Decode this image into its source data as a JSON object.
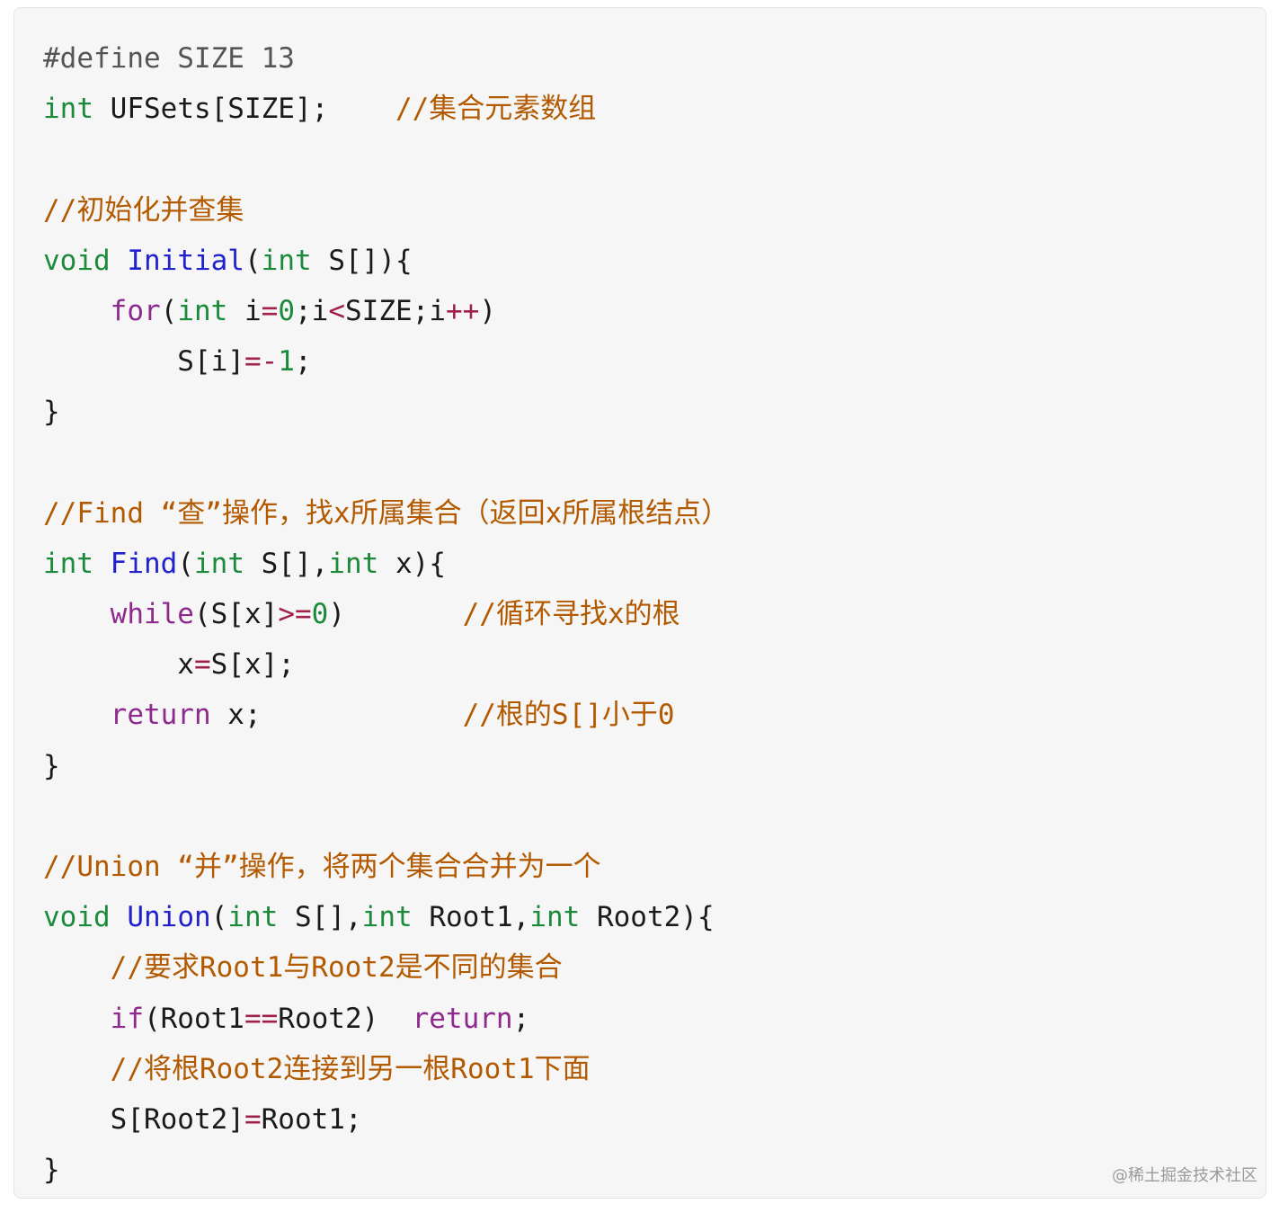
{
  "colors": {
    "panel_background": "#f6f6f6",
    "type_keyword": "#1b8b3b",
    "control_keyword": "#8e2a8e",
    "function_name": "#2222cc",
    "number": "#1b8b3b",
    "operator": "#a0224a",
    "comment": "#b35a00",
    "preprocessor": "#555555",
    "identifier": "#1a1a1a"
  },
  "code": {
    "lines": [
      [
        {
          "t": "#define SIZE 13",
          "c": "pre"
        }
      ],
      [
        {
          "t": "int",
          "c": "kw-type"
        },
        {
          "t": " UFSets[SIZE];    ",
          "c": "id"
        },
        {
          "t": "//集合元素数组",
          "c": "cm"
        }
      ],
      [],
      [
        {
          "t": "//初始化并查集",
          "c": "cm"
        }
      ],
      [
        {
          "t": "void",
          "c": "kw-type"
        },
        {
          "t": " ",
          "c": "id"
        },
        {
          "t": "Initial",
          "c": "fn"
        },
        {
          "t": "(",
          "c": "id"
        },
        {
          "t": "int",
          "c": "kw-type"
        },
        {
          "t": " S[]){",
          "c": "id"
        }
      ],
      [
        {
          "t": "    ",
          "c": "id"
        },
        {
          "t": "for",
          "c": "kw-ctrl"
        },
        {
          "t": "(",
          "c": "id"
        },
        {
          "t": "int",
          "c": "kw-type"
        },
        {
          "t": " i",
          "c": "id"
        },
        {
          "t": "=",
          "c": "op"
        },
        {
          "t": "0",
          "c": "num"
        },
        {
          "t": ";i",
          "c": "id"
        },
        {
          "t": "<",
          "c": "op"
        },
        {
          "t": "SIZE;i",
          "c": "id"
        },
        {
          "t": "++",
          "c": "op"
        },
        {
          "t": ")",
          "c": "id"
        }
      ],
      [
        {
          "t": "        S[i]",
          "c": "id"
        },
        {
          "t": "=-",
          "c": "op"
        },
        {
          "t": "1",
          "c": "num"
        },
        {
          "t": ";",
          "c": "id"
        }
      ],
      [
        {
          "t": "}",
          "c": "id"
        }
      ],
      [],
      [
        {
          "t": "//Find “查”操作，找x所属集合（返回x所属根结点）",
          "c": "cm"
        }
      ],
      [
        {
          "t": "int",
          "c": "kw-type"
        },
        {
          "t": " ",
          "c": "id"
        },
        {
          "t": "Find",
          "c": "fn"
        },
        {
          "t": "(",
          "c": "id"
        },
        {
          "t": "int",
          "c": "kw-type"
        },
        {
          "t": " S[],",
          "c": "id"
        },
        {
          "t": "int",
          "c": "kw-type"
        },
        {
          "t": " x){",
          "c": "id"
        }
      ],
      [
        {
          "t": "    ",
          "c": "id"
        },
        {
          "t": "while",
          "c": "kw-ctrl"
        },
        {
          "t": "(S[x]",
          "c": "id"
        },
        {
          "t": ">=",
          "c": "op"
        },
        {
          "t": "0",
          "c": "num"
        },
        {
          "t": ")       ",
          "c": "id"
        },
        {
          "t": "//循环寻找x的根",
          "c": "cm"
        }
      ],
      [
        {
          "t": "        x",
          "c": "id"
        },
        {
          "t": "=",
          "c": "op"
        },
        {
          "t": "S[x];",
          "c": "id"
        }
      ],
      [
        {
          "t": "    ",
          "c": "id"
        },
        {
          "t": "return",
          "c": "kw-ctrl"
        },
        {
          "t": " x;            ",
          "c": "id"
        },
        {
          "t": "//根的S[]小于0",
          "c": "cm"
        }
      ],
      [
        {
          "t": "}",
          "c": "id"
        }
      ],
      [],
      [
        {
          "t": "//Union “并”操作，将两个集合合并为一个",
          "c": "cm"
        }
      ],
      [
        {
          "t": "void",
          "c": "kw-type"
        },
        {
          "t": " ",
          "c": "id"
        },
        {
          "t": "Union",
          "c": "fn"
        },
        {
          "t": "(",
          "c": "id"
        },
        {
          "t": "int",
          "c": "kw-type"
        },
        {
          "t": " S[],",
          "c": "id"
        },
        {
          "t": "int",
          "c": "kw-type"
        },
        {
          "t": " Root1,",
          "c": "id"
        },
        {
          "t": "int",
          "c": "kw-type"
        },
        {
          "t": " Root2){",
          "c": "id"
        }
      ],
      [
        {
          "t": "    ",
          "c": "id"
        },
        {
          "t": "//要求Root1与Root2是不同的集合",
          "c": "cm"
        }
      ],
      [
        {
          "t": "    ",
          "c": "id"
        },
        {
          "t": "if",
          "c": "kw-ctrl"
        },
        {
          "t": "(Root1",
          "c": "id"
        },
        {
          "t": "==",
          "c": "op"
        },
        {
          "t": "Root2)  ",
          "c": "id"
        },
        {
          "t": "return",
          "c": "kw-ctrl"
        },
        {
          "t": ";",
          "c": "id"
        }
      ],
      [
        {
          "t": "    ",
          "c": "id"
        },
        {
          "t": "//将根Root2连接到另一根Root1下面",
          "c": "cm"
        }
      ],
      [
        {
          "t": "    S[Root2]",
          "c": "id"
        },
        {
          "t": "=",
          "c": "op"
        },
        {
          "t": "Root1;",
          "c": "id"
        }
      ],
      [
        {
          "t": "}",
          "c": "id"
        }
      ]
    ]
  },
  "watermark": "@稀土掘金技术社区"
}
